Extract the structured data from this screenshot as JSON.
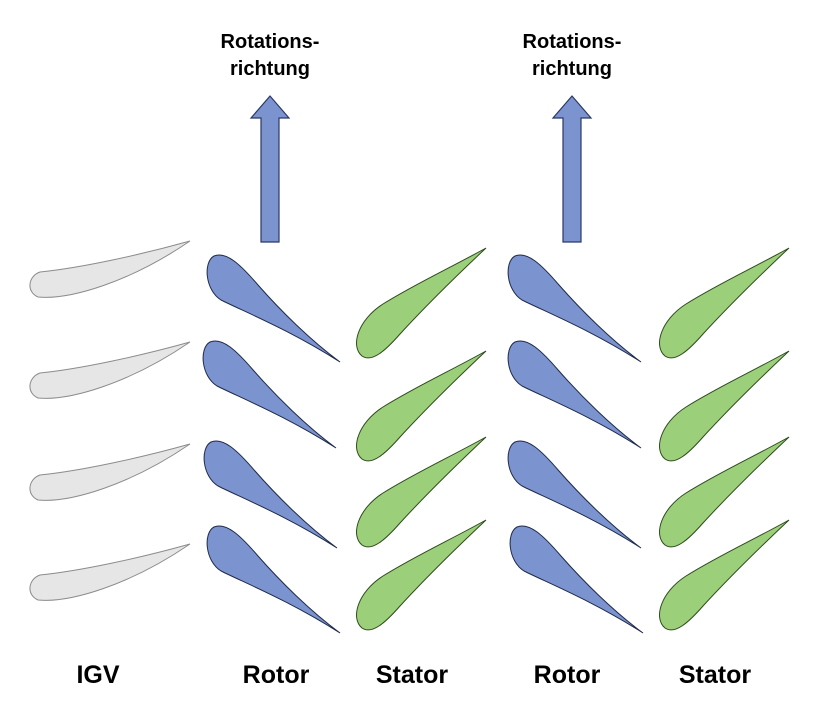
{
  "arrows": [
    {
      "label_line1": "Rotations-",
      "label_line2": "richtung"
    },
    {
      "label_line1": "Rotations-",
      "label_line2": "richtung"
    }
  ],
  "labels": {
    "igv": "IGV",
    "rotor_1": "Rotor",
    "stator_1": "Stator",
    "rotor_2": "Rotor",
    "stator_2": "Stator"
  },
  "colors": {
    "igv_fill": "#e6e6e6",
    "igv_stroke": "#8c8c8c",
    "rotor_fill": "#7b93cf",
    "rotor_stroke": "#1f2a4a",
    "stator_fill": "#9ccf7a",
    "stator_stroke": "#2e4a1e",
    "arrow_fill": "#7b93cf",
    "arrow_stroke": "#2a3766"
  }
}
